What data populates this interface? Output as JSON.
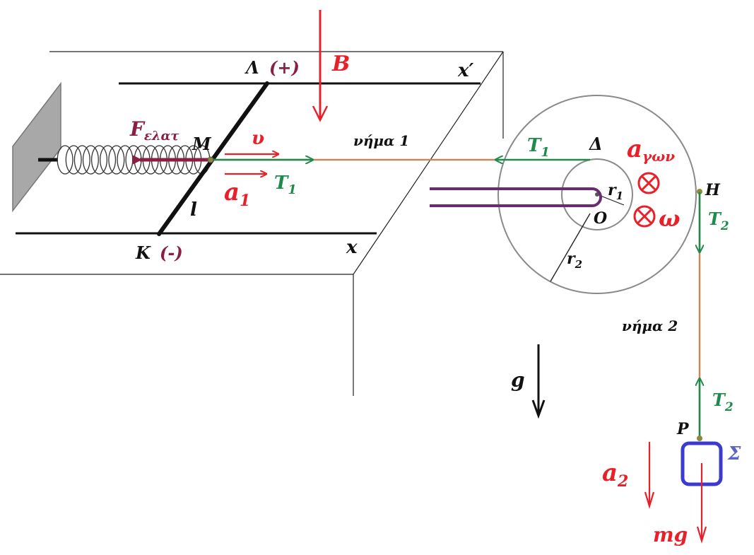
{
  "labels": {
    "lambda": "Λ",
    "lambda_sign": "(+)",
    "kappa": "K",
    "kappa_sign": "(-)",
    "B": "B",
    "x_prime": "x′",
    "x": "x",
    "M": "M",
    "l": "l",
    "F_main": "F",
    "F_sub": "ελατ",
    "v": "υ",
    "a1_main": "a",
    "a1_sub": "1",
    "T1_main": "T",
    "T1_sub": "1",
    "string1": "νήμα 1",
    "T1_pulley_main": "T",
    "T1_pulley_sub": "1",
    "delta": "Δ",
    "a_gon_main": "a",
    "a_gon_sub": "γων",
    "r1_main": "r",
    "r1_sub": "1",
    "O": "O",
    "omega": "ω",
    "r2_main": "r",
    "r2_sub": "2",
    "H": "H",
    "T2_top_main": "T",
    "T2_top_sub": "2",
    "string2": "νήμα 2",
    "g": "g",
    "T2_bottom_main": "T",
    "T2_bottom_sub": "2",
    "P": "P",
    "sigma": "Σ",
    "a2_main": "a",
    "a2_sub": "2",
    "mg": "mg"
  },
  "colors": {
    "red": "#e8202a",
    "green": "#1e8a4c",
    "brown": "#c8875a",
    "maroon": "#8a1f44",
    "purple": "#6a2c70",
    "blue": "#3b3bd0",
    "label_blue": "#5a63c8",
    "olive": "#8a8a3a",
    "dark": "#1a1a1a",
    "gray_wall": "#9a9a9a"
  }
}
